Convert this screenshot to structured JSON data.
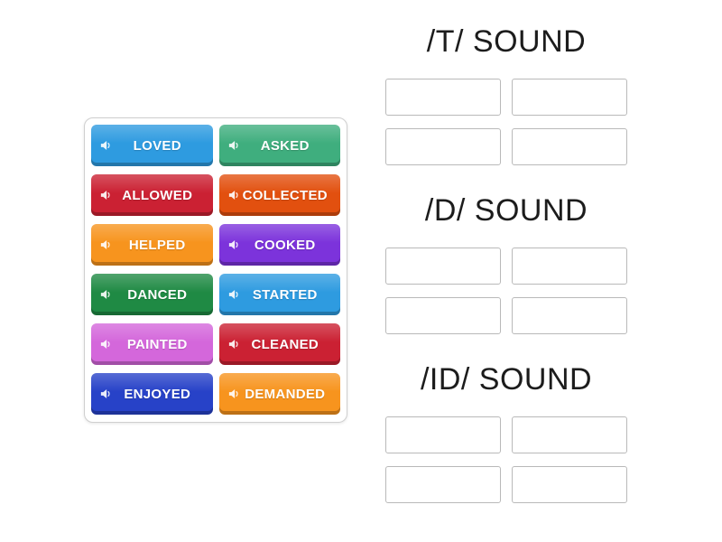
{
  "board": {
    "description_label": "group-sort board"
  },
  "tiles": [
    {
      "label": "LOVED",
      "color": "#2E9BE0"
    },
    {
      "label": "ASKED",
      "color": "#3FAE7E"
    },
    {
      "label": "ALLOWED",
      "color": "#CB2133"
    },
    {
      "label": "COLLECTED",
      "color": "#E2500F"
    },
    {
      "label": "HELPED",
      "color": "#F7941E"
    },
    {
      "label": "COOKED",
      "color": "#7C33DB"
    },
    {
      "label": "DANCED",
      "color": "#1F8A44"
    },
    {
      "label": "STARTED",
      "color": "#2E9BE0"
    },
    {
      "label": "PAINTED",
      "color": "#D467DB"
    },
    {
      "label": "CLEANED",
      "color": "#CB2133"
    },
    {
      "label": "ENJOYED",
      "color": "#2742C8"
    },
    {
      "label": "DEMANDED",
      "color": "#F7941E"
    }
  ],
  "groups": [
    {
      "title": "/T/ SOUND",
      "slots": 4
    },
    {
      "title": "/D/ SOUND",
      "slots": 4
    },
    {
      "title": "/ID/ SOUND",
      "slots": 4
    }
  ],
  "icons": {
    "speaker": "speaker-icon"
  }
}
